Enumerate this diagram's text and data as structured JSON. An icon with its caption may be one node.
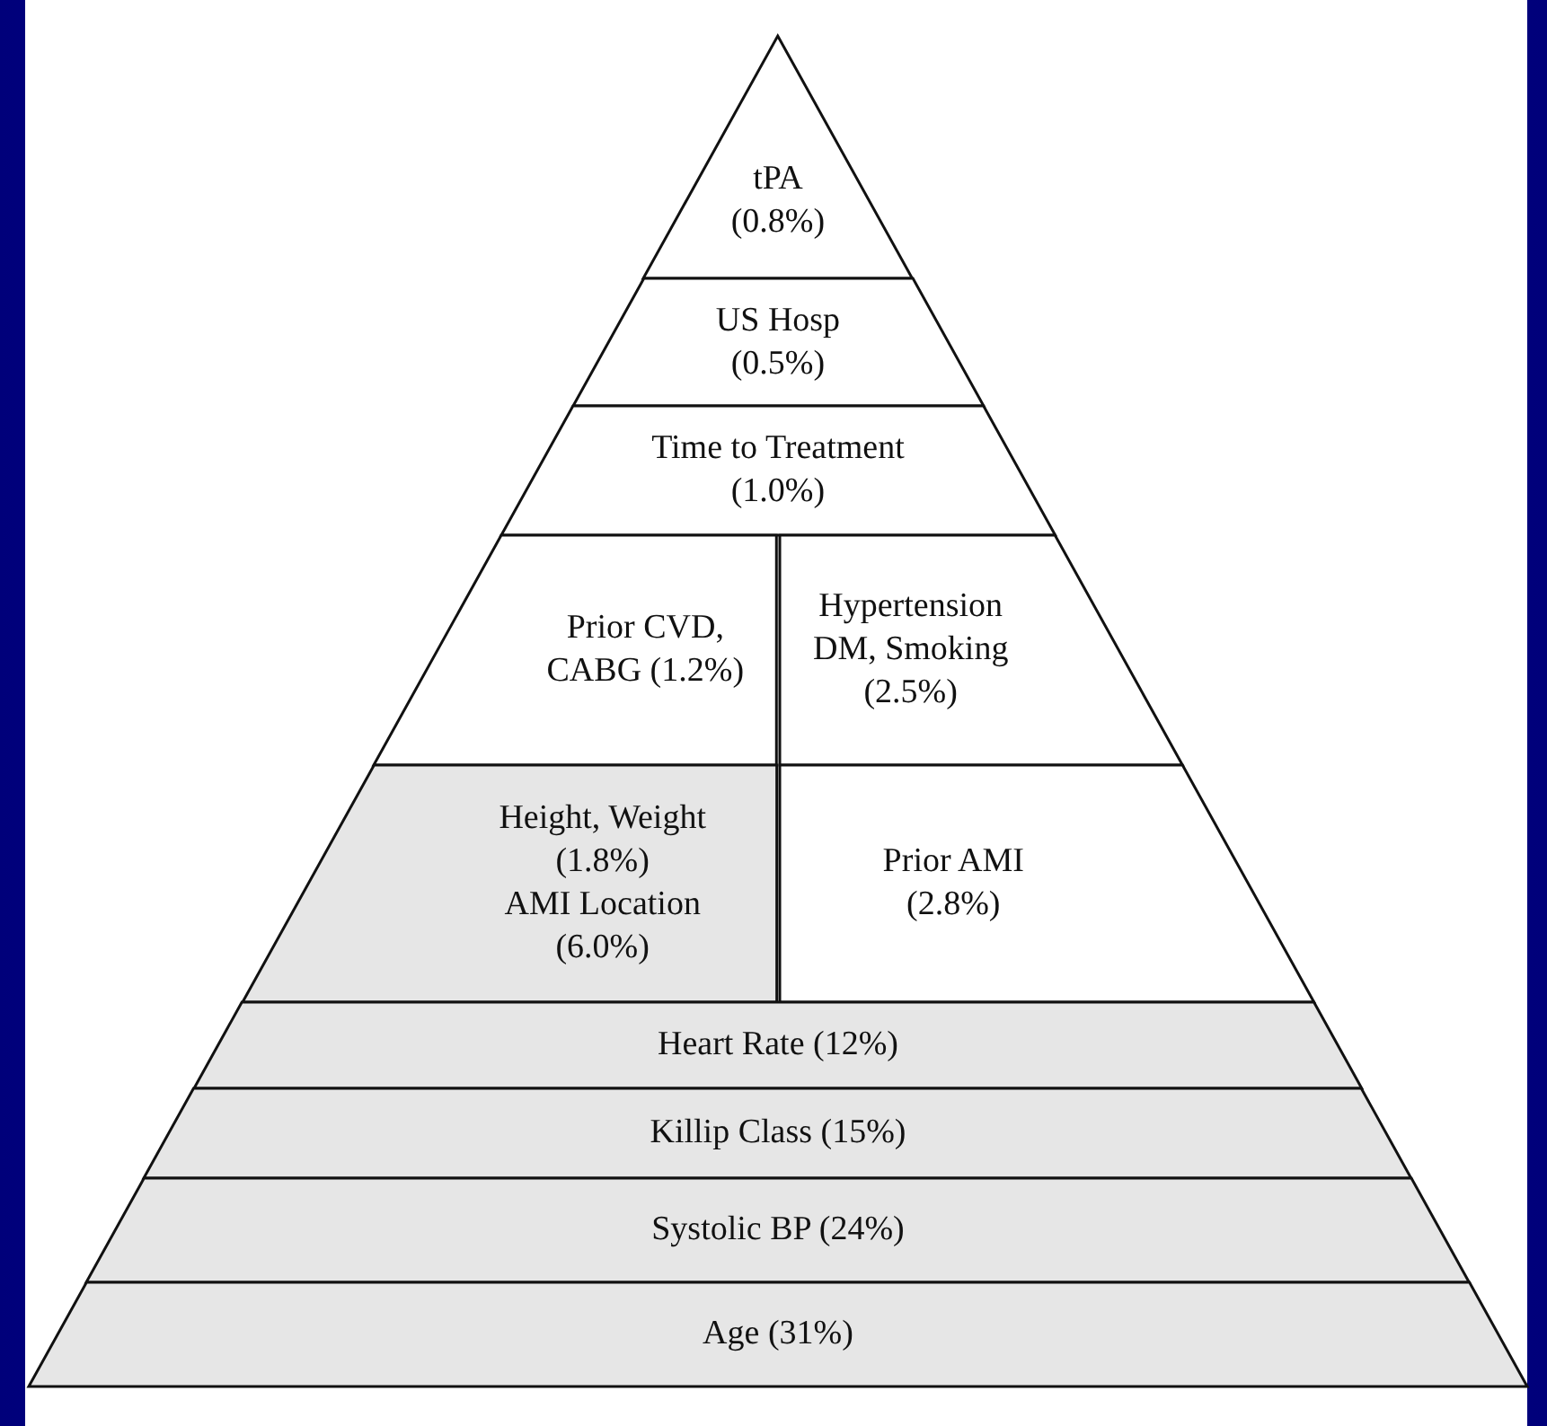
{
  "diagram": {
    "nodes": [
      {
        "text": [
          "tPA (0.8%)"
        ]
      },
      {
        "text": [
          "US Hosp (0.5%)"
        ]
      },
      {
        "text": [
          "Time to Treatment (1.0%)"
        ]
      },
      {
        "text": [
          "Prior CVD, CABG (1.2%)"
        ]
      },
      {
        "text": [
          "Hypertension DM, Smoking (2.5%)"
        ]
      },
      {
        "text": [
          "Height, Weight (1.8%)",
          "AMI Location (6.0%)"
        ]
      },
      {
        "text": [
          "Prior AMI (2.8%)"
        ]
      },
      {
        "text": [
          "Heart Rate (12%)"
        ]
      },
      {
        "text": [
          "Killip Class (15%)"
        ]
      },
      {
        "text": [
          "Systolic BP (24%)"
        ]
      },
      {
        "text": [
          "Age (31%)"
        ]
      }
    ]
  }
}
